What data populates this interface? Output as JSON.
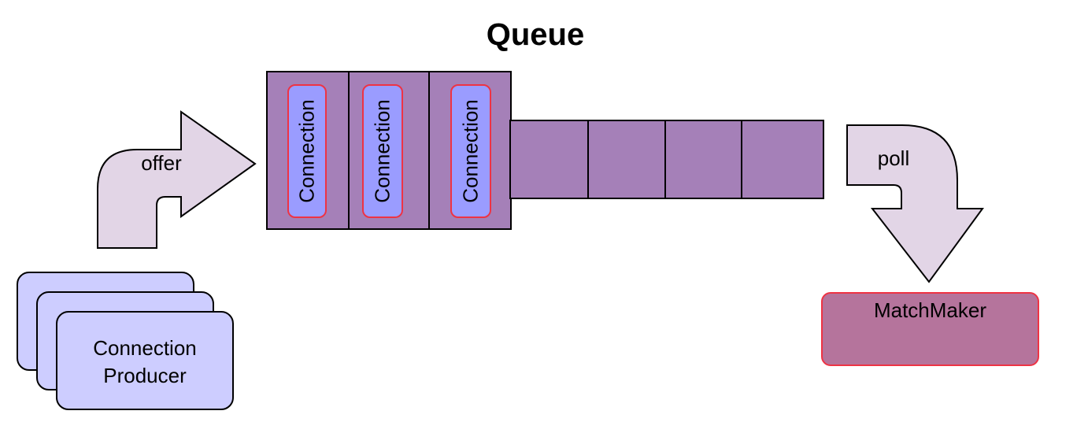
{
  "title": "Queue",
  "offer_label": "offer",
  "poll_label": "poll",
  "producer": {
    "line1": "Connection",
    "line2": "Producer"
  },
  "queue": {
    "filled_slots": [
      {
        "label": "Connection"
      },
      {
        "label": "Connection"
      },
      {
        "label": "Connection"
      }
    ],
    "empty_slot_count": 4
  },
  "consumer": {
    "label": "MatchMaker"
  },
  "colors": {
    "queue_cell": "#a580b8",
    "slot_item": "#9a9cff",
    "slot_item_border": "#ee3344",
    "producer_card": "#cdcdff",
    "arrow_fill": "#e2d5e6",
    "matchmaker": "#b5749c"
  }
}
